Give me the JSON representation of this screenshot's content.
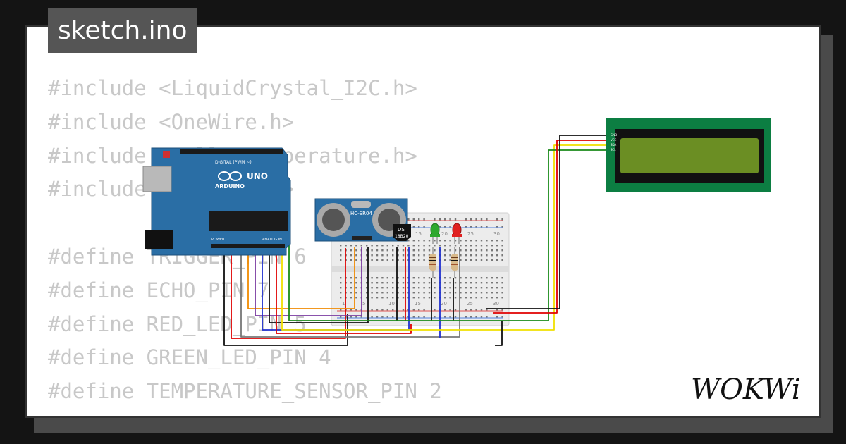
{
  "file_tab": {
    "title": "sketch.ino"
  },
  "code_lines": [
    "#include <LiquidCrystal_I2C.h>",
    "#include <OneWire.h>",
    "#include <DallasTemperature.h>",
    "#include <NewPing.h>",
    "",
    "#define TRIGGER_PIN 6",
    "#define ECHO_PIN 7",
    "#define RED_LED_PIN 5",
    "#define GREEN_LED_PIN 4",
    "#define TEMPERATURE_SENSOR_PIN 2"
  ],
  "arduino": {
    "brand": "ARDUINO",
    "model": "UNO",
    "pin_header": "DIGITAL (PWM ~)",
    "analog_header": "ANALOG IN",
    "power_header": "POWER"
  },
  "ultrasonic": {
    "model": "HC-SR04"
  },
  "temp_sensor": {
    "line1": "DS",
    "line2": "18B20"
  },
  "lcd": {
    "pins": [
      "GND",
      "VCC",
      "SDA",
      "SCL"
    ]
  },
  "breadboard": {
    "col_numbers": [
      "15",
      "20",
      "25",
      "30"
    ],
    "bottom_numbers": [
      "1",
      "5",
      "10",
      "15",
      "20",
      "25",
      "30"
    ]
  },
  "brand_logo": {
    "text": "WOKWi"
  },
  "colors": {
    "board": "#2a6ea5",
    "lcd_pcb": "#0c7e42",
    "lcd_screen": "#6b8e23",
    "wire_red": "#e00000",
    "wire_black": "#111111",
    "wire_yellow": "#f0e000",
    "wire_green": "#1a8a1a",
    "wire_blue": "#2030d0",
    "wire_purple": "#7a3aa0",
    "wire_orange": "#f08a00"
  }
}
